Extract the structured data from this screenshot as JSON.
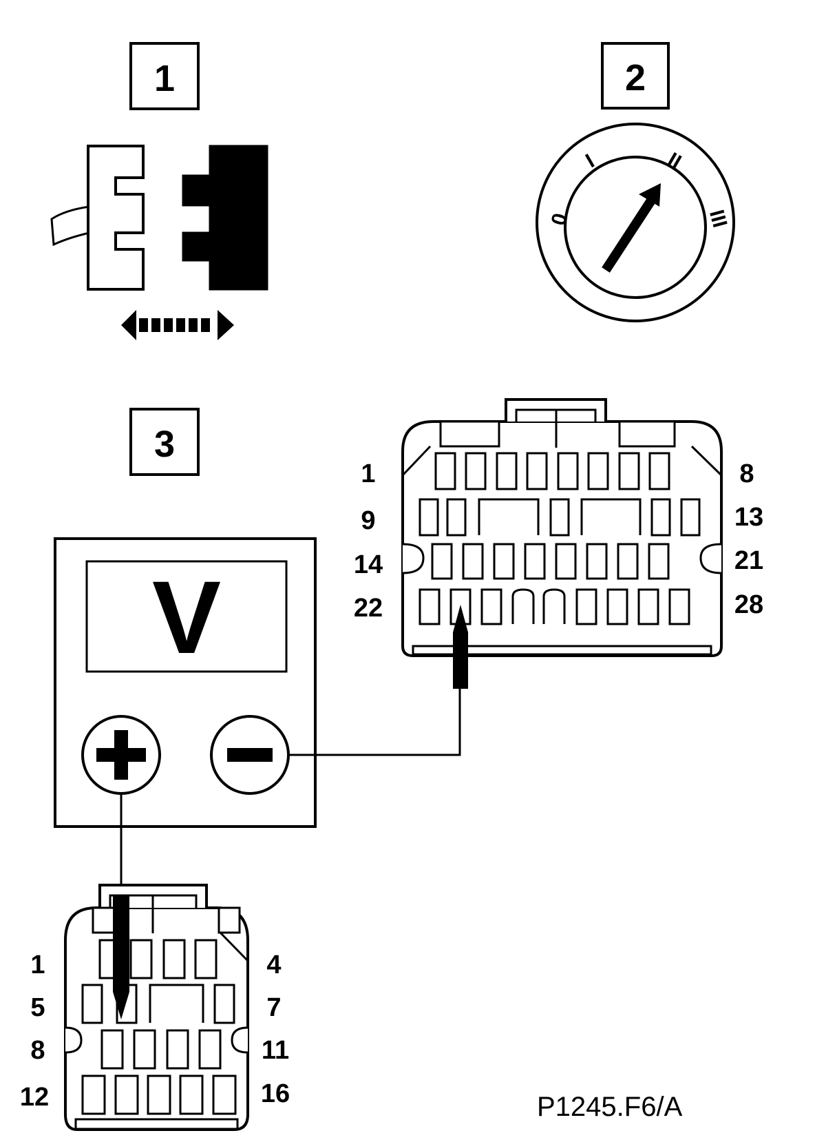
{
  "steps": {
    "one": "1",
    "two": "2",
    "three": "3"
  },
  "ignition_positions": {
    "p0": "0",
    "p1": "I",
    "p2": "II",
    "p3": "III"
  },
  "meter": {
    "display": "V",
    "plus": "+",
    "minus": "−"
  },
  "connector_28": {
    "row1_left": "1",
    "row1_right": "8",
    "row2_left": "9",
    "row2_right": "13",
    "row3_left": "14",
    "row3_right": "21",
    "row4_left": "22",
    "row4_right": "28"
  },
  "connector_16": {
    "row1_left": "1",
    "row1_right": "4",
    "row2_left": "5",
    "row2_right": "7",
    "row3_left": "8",
    "row3_right": "11",
    "row4_left": "12",
    "row4_right": "16"
  },
  "reference": "P1245.F6/A"
}
